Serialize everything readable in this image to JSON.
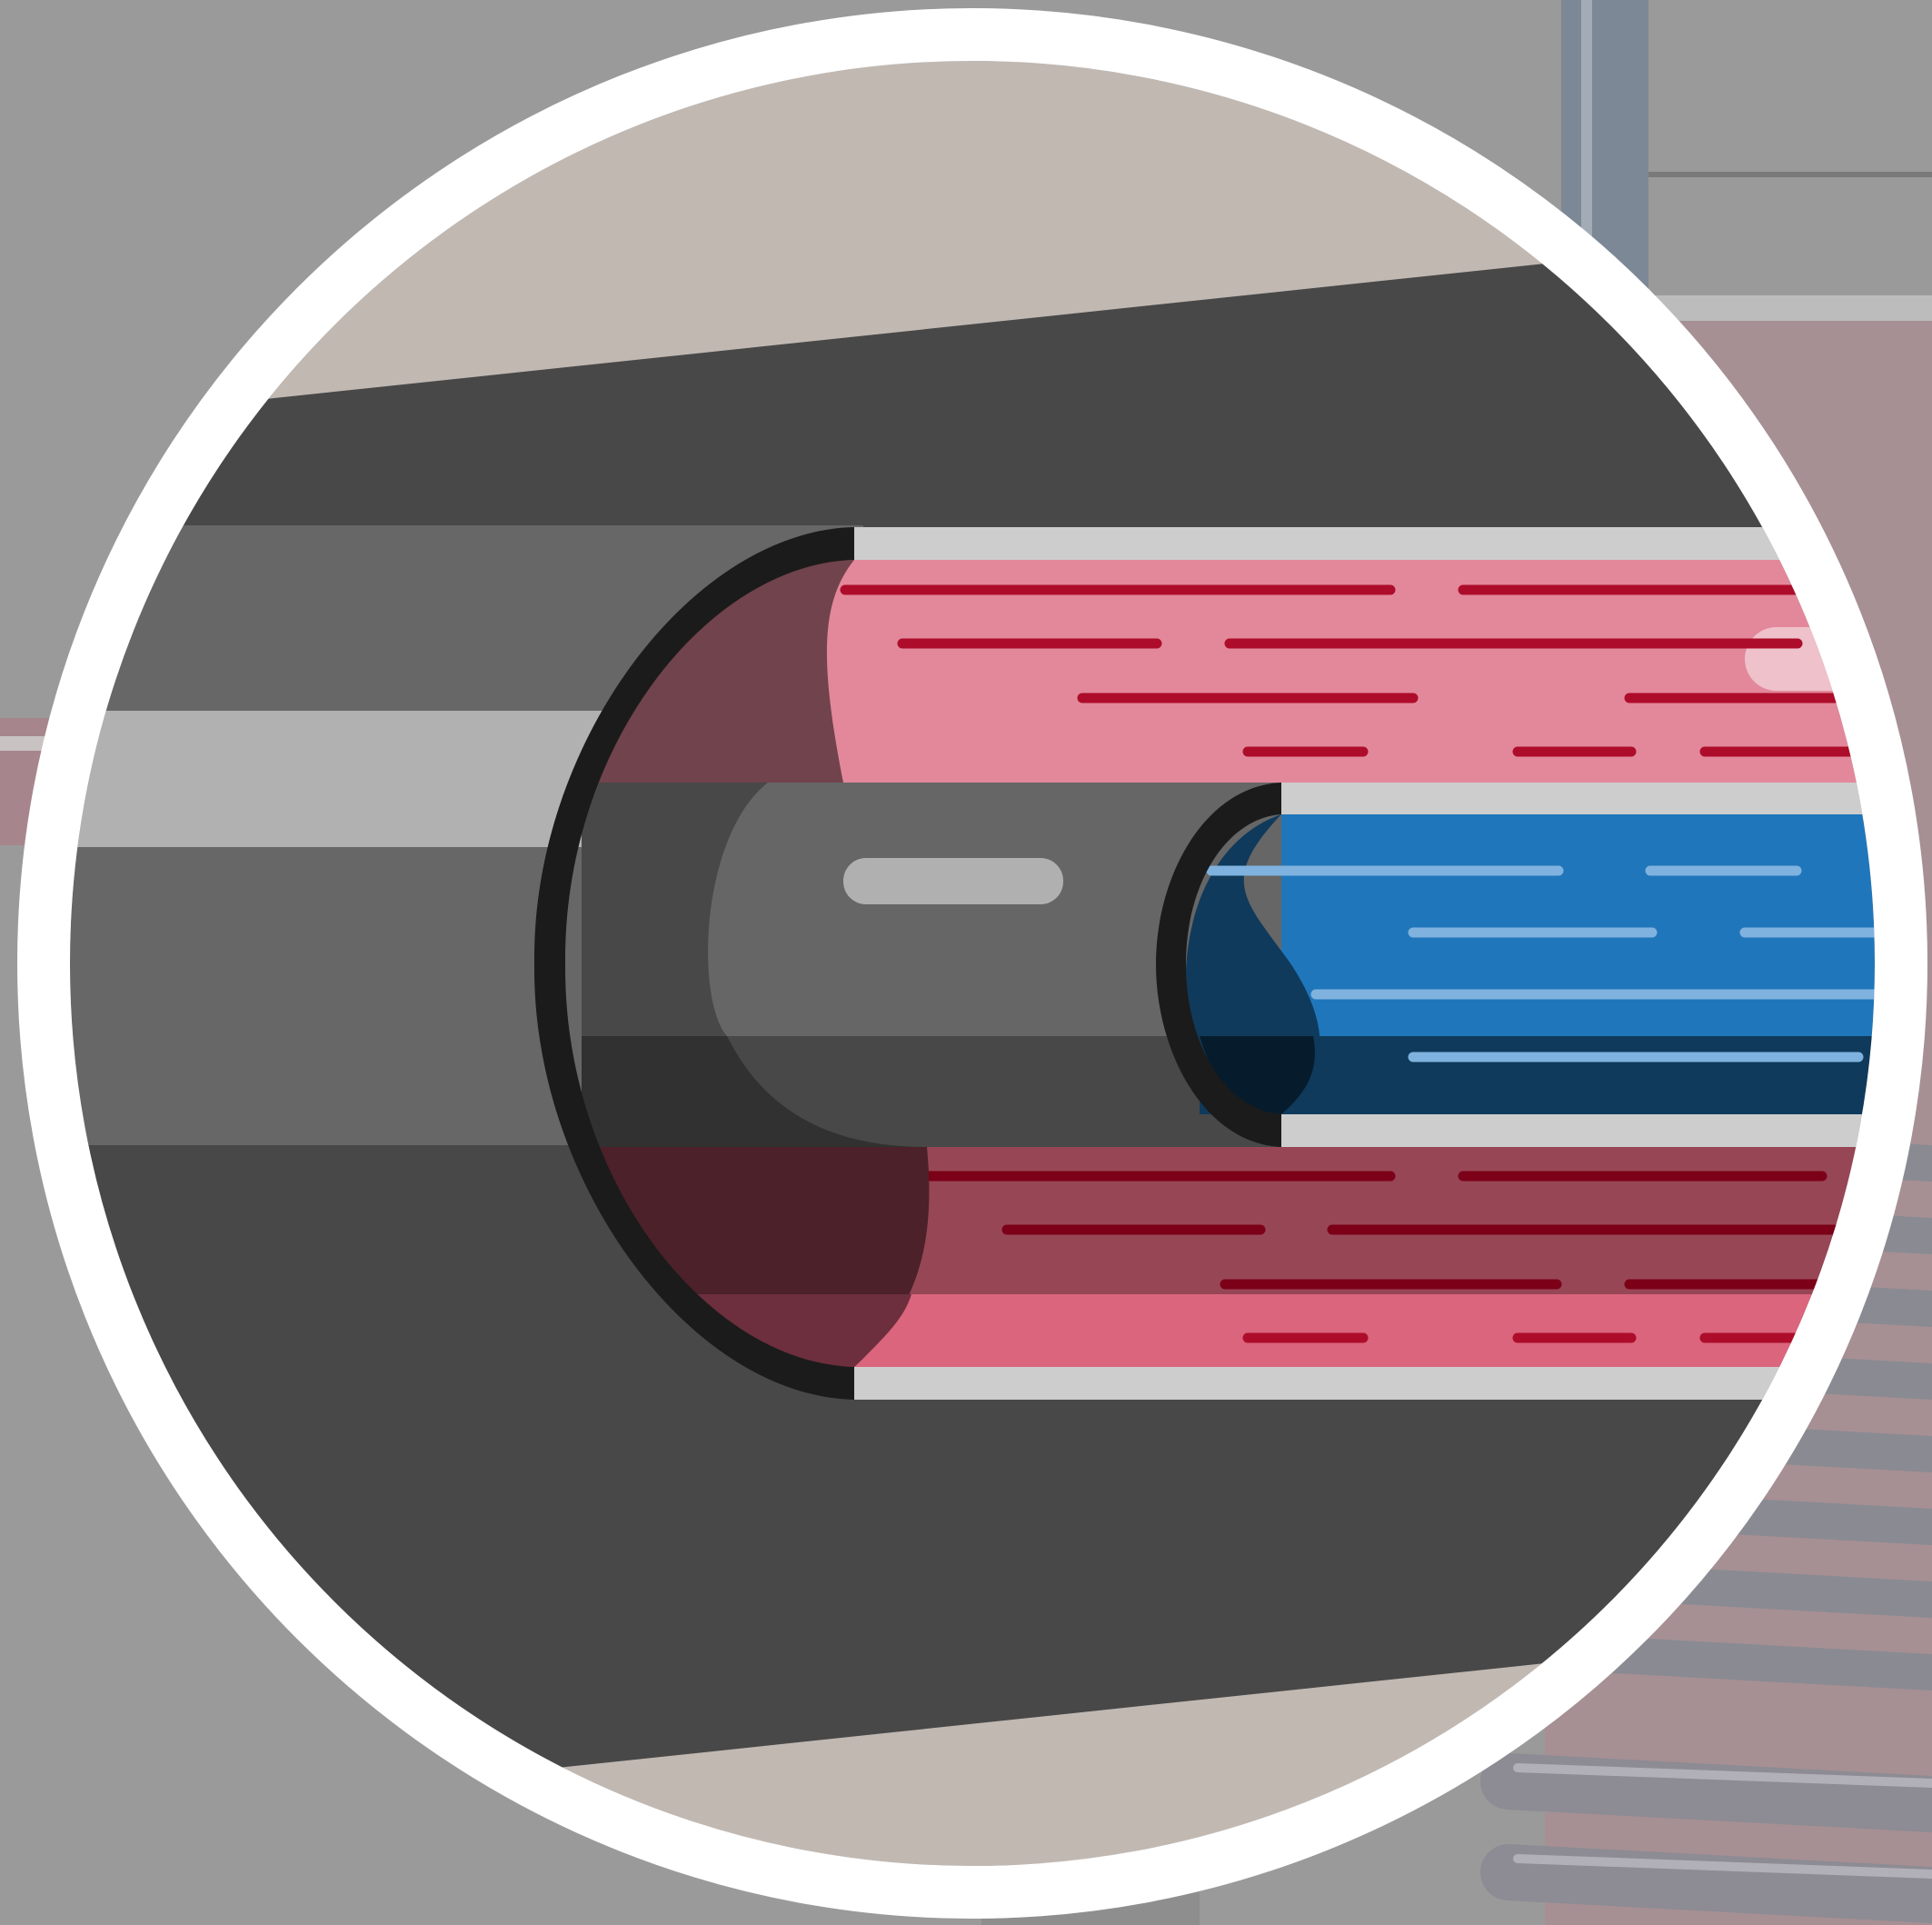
{
  "illustration": {
    "subject": "cable-cutaway-magnifier",
    "caption": "",
    "colors": {
      "background": "#9a9a9a",
      "lens_ring": "#ffffff",
      "sky": "#c1b8b2",
      "outer_sheath": "#484848",
      "sheath_mid": "#676767",
      "sheath_light": "#b1b1b1",
      "foil": "#cdcdcd",
      "pink_conductor": "#e2889a",
      "pink_shadow": "#974655",
      "pink_lower": "#da657d",
      "red_strand": "#ad0d2a",
      "dark_red_strand": "#7b0018",
      "blue_conductor": "#2076ba",
      "blue_shadow": "#0f3a5c",
      "blue_strand": "#7fb2de",
      "insulation_grey": "#666666",
      "edge_black": "#1b1b1b"
    },
    "layers": [
      {
        "name": "outer-sheath"
      },
      {
        "name": "shield-layer"
      },
      {
        "name": "red-conductor"
      },
      {
        "name": "grey-insulation"
      },
      {
        "name": "blue-conductor"
      }
    ]
  }
}
